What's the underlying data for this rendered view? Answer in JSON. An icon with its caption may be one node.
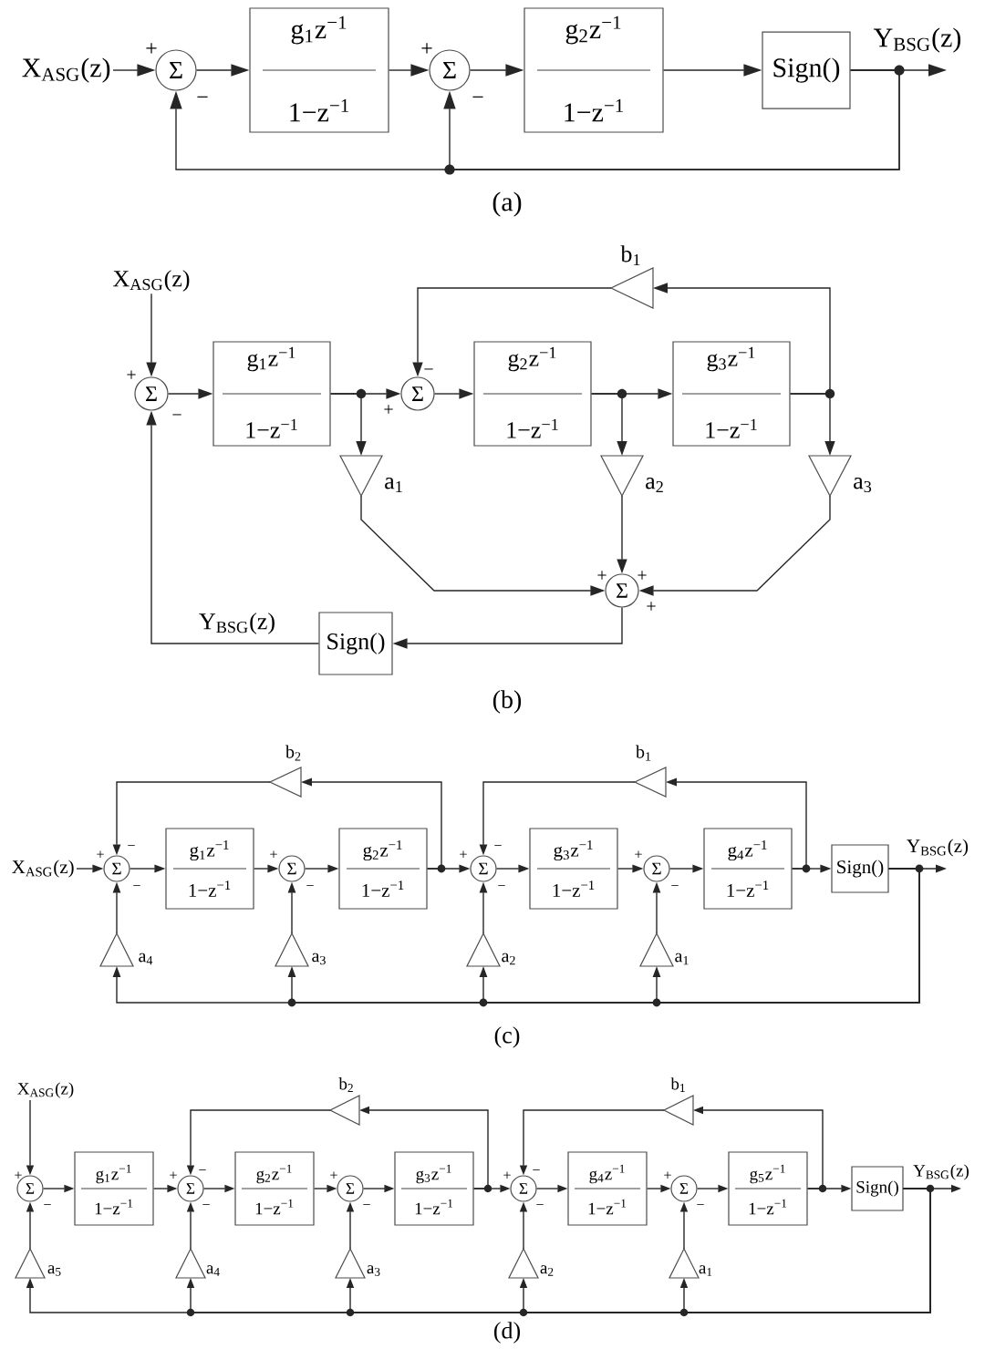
{
  "diagram": {
    "nodes": [
      {
        "text": [
          "X$_{ASG}$(z)"
        ]
      },
      {
        "text": [
          "Σ"
        ],
        "beside": [
          "+",
          "−"
        ]
      },
      {
        "text": [
          "g$_{1}$z$^{−1}$",
          "1−z$^{−1}$"
        ]
      },
      {
        "text": [
          "Σ"
        ],
        "beside": [
          "+",
          "−"
        ]
      },
      {
        "text": [
          "g$_{2}$z$^{−1}$",
          "1−z$^{−1}$"
        ]
      },
      {
        "text": [
          "Sign()"
        ]
      },
      {
        "text": [
          "X$_{ASG}$(z)"
        ]
      },
      {
        "text": [
          "Σ"
        ],
        "beside": [
          "+",
          "−"
        ]
      },
      {
        "text": [
          "g$_{1}$z$^{−1}$",
          "1−z$^{−1}$"
        ]
      },
      {
        "text": [
          "Σ"
        ],
        "beside": [
          "−",
          "+"
        ]
      },
      {
        "text": [
          "g$_{2}$z$^{−1}$",
          "1−z$^{−1}$"
        ]
      },
      {
        "text": [
          "g$_{3}$z$^{−1}$",
          "1−z$^{−1}$"
        ]
      },
      {
        "text": [],
        "shape": "triangle",
        "beside": [
          "b$_{1}$"
        ]
      },
      {
        "text": [],
        "shape": "triangle",
        "beside": [
          "a$_{1}$"
        ]
      },
      {
        "text": [],
        "shape": "triangle",
        "beside": [
          "a$_{2}$"
        ]
      },
      {
        "text": [],
        "shape": "triangle",
        "beside": [
          "a$_{3}$"
        ]
      },
      {
        "text": [
          "Σ"
        ],
        "beside": [
          "+",
          "+",
          "+"
        ]
      },
      {
        "text": [
          "Sign()"
        ]
      },
      {
        "text": [
          "X$_{ASG}$(z)"
        ]
      },
      {
        "text": [
          "Σ"
        ],
        "beside": [
          "+",
          "−",
          "−"
        ]
      },
      {
        "text": [
          "g$_{1}$z$^{−1}$",
          "1−z$^{−1}$"
        ]
      },
      {
        "text": [
          "Σ"
        ],
        "beside": [
          "+",
          "−"
        ]
      },
      {
        "text": [
          "g$_{2}$z$^{−1}$",
          "1−z$^{−1}$"
        ]
      },
      {
        "text": [
          "Σ"
        ],
        "beside": [
          "+",
          "−",
          "−"
        ]
      },
      {
        "text": [
          "g$_{3}$z$^{−1}$",
          "1−z$^{−1}$"
        ]
      },
      {
        "text": [
          "Σ"
        ],
        "beside": [
          "+",
          "−"
        ]
      },
      {
        "text": [
          "g$_{4}$z$^{−1}$",
          "1−z$^{−1}$"
        ]
      },
      {
        "text": [
          "Sign()"
        ]
      },
      {
        "text": [],
        "shape": "triangle",
        "beside": [
          "b$_{2}$"
        ]
      },
      {
        "text": [],
        "shape": "triangle",
        "beside": [
          "b$_{1}$"
        ]
      },
      {
        "text": [],
        "shape": "triangle",
        "beside": [
          "a$_{4}$"
        ]
      },
      {
        "text": [],
        "shape": "triangle",
        "beside": [
          "a$_{3}$"
        ]
      },
      {
        "text": [],
        "shape": "triangle",
        "beside": [
          "a$_{2}$"
        ]
      },
      {
        "text": [],
        "shape": "triangle",
        "beside": [
          "a$_{1}$"
        ]
      },
      {
        "text": [
          "X$_{ASG}$(z)"
        ]
      },
      {
        "text": [
          "Σ"
        ],
        "beside": [
          "+",
          "−"
        ]
      },
      {
        "text": [
          "g$_{1}$z$^{−1}$",
          "1−z$^{−1}$"
        ]
      },
      {
        "text": [
          "Σ"
        ],
        "beside": [
          "+",
          "−",
          "−"
        ]
      },
      {
        "text": [
          "g$_{2}$z$^{−1}$",
          "1−z$^{−1}$"
        ]
      },
      {
        "text": [
          "Σ"
        ],
        "beside": [
          "+",
          "−"
        ]
      },
      {
        "text": [
          "g$_{3}$z$^{−1}$",
          "1−z$^{−1}$"
        ]
      },
      {
        "text": [
          "Σ"
        ],
        "beside": [
          "+",
          "−",
          "−"
        ]
      },
      {
        "text": [
          "g$_{4}$z$^{−1}$",
          "1−z$^{−1}$"
        ]
      },
      {
        "text": [
          "Σ"
        ],
        "beside": [
          "+",
          "−"
        ]
      },
      {
        "text": [
          "g$_{5}$z$^{−1}$",
          "1−z$^{−1}$"
        ]
      },
      {
        "text": [
          "Sign()"
        ]
      },
      {
        "text": [],
        "shape": "triangle",
        "beside": [
          "b$_{2}$"
        ]
      },
      {
        "text": [],
        "shape": "triangle",
        "beside": [
          "b$_{1}$"
        ]
      },
      {
        "text": [],
        "shape": "triangle",
        "beside": [
          "a$_{5}$"
        ]
      },
      {
        "text": [],
        "shape": "triangle",
        "beside": [
          "a$_{4}$"
        ]
      },
      {
        "text": [],
        "shape": "triangle",
        "beside": [
          "a$_{3}$"
        ]
      },
      {
        "text": [],
        "shape": "triangle",
        "beside": [
          "a$_{2}$"
        ]
      },
      {
        "text": [],
        "shape": "triangle",
        "beside": [
          "a$_{1}$"
        ]
      }
    ],
    "edges": [
      {
        "from": 0,
        "to": 1,
        "arrow": "to"
      },
      {
        "from": 1,
        "to": 2,
        "arrow": "to"
      },
      {
        "from": 2,
        "to": 3,
        "arrow": "to"
      },
      {
        "from": 3,
        "to": 4,
        "arrow": "to"
      },
      {
        "from": 4,
        "to": 5,
        "arrow": "to"
      },
      {
        "from": 5,
        "to": null,
        "arrow": "to",
        "label": "Y$_{BSG}$(z)"
      },
      {
        "from": 5,
        "to": 1,
        "arrow": "to"
      },
      {
        "from": 5,
        "to": 3,
        "arrow": "to"
      },
      {
        "from": 6,
        "to": 7,
        "arrow": "to"
      },
      {
        "from": 7,
        "to": 8,
        "arrow": "to"
      },
      {
        "from": 8,
        "to": 9,
        "arrow": "to"
      },
      {
        "from": 8,
        "to": 13,
        "arrow": "to"
      },
      {
        "from": 9,
        "to": 10,
        "arrow": "to"
      },
      {
        "from": 10,
        "to": 11,
        "arrow": "to"
      },
      {
        "from": 10,
        "to": 14,
        "arrow": "to"
      },
      {
        "from": 11,
        "to": 12,
        "arrow": "to"
      },
      {
        "from": 11,
        "to": 15,
        "arrow": "to"
      },
      {
        "from": 12,
        "to": 9,
        "arrow": "to"
      },
      {
        "from": 13,
        "to": 16,
        "arrow": "to"
      },
      {
        "from": 14,
        "to": 16,
        "arrow": "to"
      },
      {
        "from": 15,
        "to": 16,
        "arrow": "to"
      },
      {
        "from": 16,
        "to": 17,
        "arrow": "to"
      },
      {
        "from": 17,
        "to": 7,
        "arrow": "to",
        "label": "Y$_{BSG}$(z)"
      },
      {
        "from": 18,
        "to": 19,
        "arrow": "to"
      },
      {
        "from": 19,
        "to": 20,
        "arrow": "to"
      },
      {
        "from": 20,
        "to": 21,
        "arrow": "to"
      },
      {
        "from": 21,
        "to": 22,
        "arrow": "to"
      },
      {
        "from": 22,
        "to": 23,
        "arrow": "to"
      },
      {
        "from": 22,
        "to": 28,
        "arrow": "to"
      },
      {
        "from": 28,
        "to": 19,
        "arrow": "to"
      },
      {
        "from": 23,
        "to": 24,
        "arrow": "to"
      },
      {
        "from": 24,
        "to": 25,
        "arrow": "to"
      },
      {
        "from": 25,
        "to": 26,
        "arrow": "to"
      },
      {
        "from": 26,
        "to": 27,
        "arrow": "to"
      },
      {
        "from": 26,
        "to": 29,
        "arrow": "to"
      },
      {
        "from": 29,
        "to": 23,
        "arrow": "to"
      },
      {
        "from": 27,
        "to": null,
        "arrow": "to",
        "label": "Y$_{BSG}$(z)"
      },
      {
        "from": 27,
        "to": 30,
        "arrow": "to"
      },
      {
        "from": 27,
        "to": 31,
        "arrow": "to"
      },
      {
        "from": 27,
        "to": 32,
        "arrow": "to"
      },
      {
        "from": 27,
        "to": 33,
        "arrow": "to"
      },
      {
        "from": 30,
        "to": 19,
        "arrow": "to"
      },
      {
        "from": 31,
        "to": 21,
        "arrow": "to"
      },
      {
        "from": 32,
        "to": 23,
        "arrow": "to"
      },
      {
        "from": 33,
        "to": 25,
        "arrow": "to"
      },
      {
        "from": 34,
        "to": 35,
        "arrow": "to"
      },
      {
        "from": 35,
        "to": 36,
        "arrow": "to"
      },
      {
        "from": 36,
        "to": 37,
        "arrow": "to"
      },
      {
        "from": 37,
        "to": 38,
        "arrow": "to"
      },
      {
        "from": 38,
        "to": 39,
        "arrow": "to"
      },
      {
        "from": 39,
        "to": 40,
        "arrow": "to"
      },
      {
        "from": 40,
        "to": 41,
        "arrow": "to"
      },
      {
        "from": 40,
        "to": 46,
        "arrow": "to"
      },
      {
        "from": 46,
        "to": 37,
        "arrow": "to"
      },
      {
        "from": 41,
        "to": 42,
        "arrow": "to"
      },
      {
        "from": 42,
        "to": 43,
        "arrow": "to"
      },
      {
        "from": 43,
        "to": 44,
        "arrow": "to"
      },
      {
        "from": 44,
        "to": 45,
        "arrow": "to"
      },
      {
        "from": 44,
        "to": 47,
        "arrow": "to"
      },
      {
        "from": 47,
        "to": 41,
        "arrow": "to"
      },
      {
        "from": 45,
        "to": null,
        "arrow": "to",
        "label": "Y$_{BSG}$(z)"
      },
      {
        "from": 45,
        "to": 48,
        "arrow": "to"
      },
      {
        "from": 45,
        "to": 49,
        "arrow": "to"
      },
      {
        "from": 45,
        "to": 50,
        "arrow": "to"
      },
      {
        "from": 45,
        "to": 51,
        "arrow": "to"
      },
      {
        "from": 45,
        "to": 52,
        "arrow": "to"
      },
      {
        "from": 48,
        "to": 35,
        "arrow": "to"
      },
      {
        "from": 49,
        "to": 37,
        "arrow": "to"
      },
      {
        "from": 50,
        "to": 39,
        "arrow": "to"
      },
      {
        "from": 51,
        "to": 41,
        "arrow": "to"
      },
      {
        "from": 52,
        "to": 43,
        "arrow": "to"
      }
    ],
    "labels": [
      "(a)",
      "(b)",
      "(c)",
      "(d)"
    ]
  }
}
